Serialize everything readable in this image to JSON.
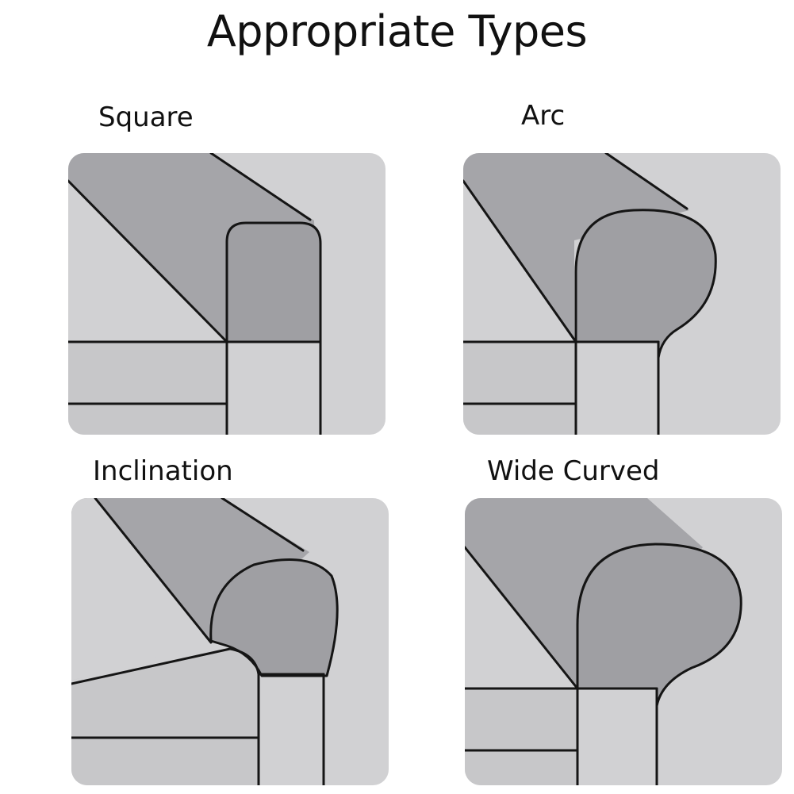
{
  "title": "Appropriate Types",
  "types": [
    {
      "label": "Square"
    },
    {
      "label": "Arc"
    },
    {
      "label": "Inclination"
    },
    {
      "label": "Wide Curved"
    }
  ],
  "colors": {
    "light_gray": "#d1d1d3",
    "mid_gray": "#c7c7c9",
    "dark_gray": "#a5a5a9",
    "outline": "#151515",
    "background": "#ffffff"
  }
}
